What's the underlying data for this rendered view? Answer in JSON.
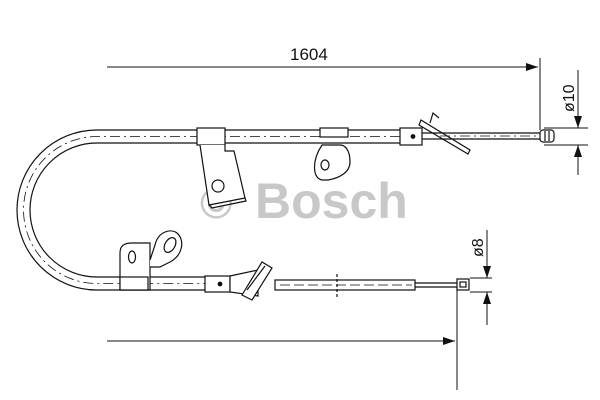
{
  "dimensions": {
    "length": "1604",
    "diameter_top": "ø10",
    "diameter_bottom": "ø8"
  },
  "watermark": {
    "symbol": "©",
    "brand": "Bosch"
  },
  "colors": {
    "line": "#111111",
    "watermark": "#c8c8c8"
  }
}
